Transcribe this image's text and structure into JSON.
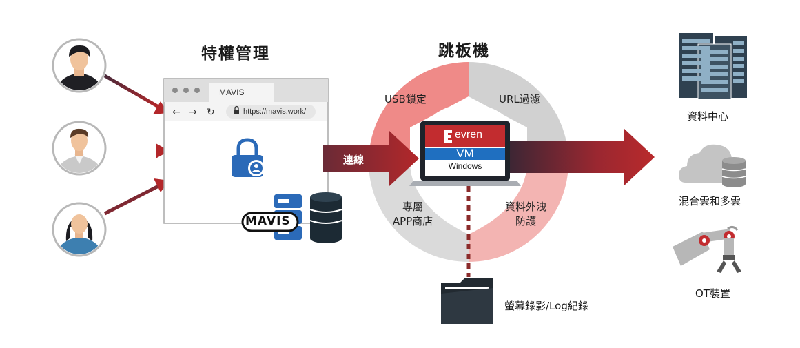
{
  "titles": {
    "pam": "特權管理",
    "jump": "跳板機"
  },
  "browser": {
    "tab_label": "MAVIS",
    "url": "https://mavis.work/",
    "logo_text": "MAVIS"
  },
  "connection_label": "連線",
  "ring_segments": {
    "usb": "USB鎖定",
    "url": "URL過濾",
    "app_line1": "專屬",
    "app_line2": "APP商店",
    "dlp_line1": "資料外洩",
    "dlp_line2": "防護"
  },
  "laptop": {
    "brand": "evren",
    "vm": "VM",
    "os": "Windows"
  },
  "recording_label": "螢幕錄影/Log紀錄",
  "destinations": {
    "datacenter": "資料中心",
    "cloud": "混合雲和多雲",
    "ot": "OT裝置"
  },
  "colors": {
    "arrow_dark": "#8b2b2b",
    "arrow_red": "#b3272a",
    "ring_pink": "#ef8a88",
    "ring_gray": "#cfcfcf",
    "vm_blue": "#1f6fc0",
    "lock_blue": "#2b6ab8"
  },
  "icons": [
    "user-icon",
    "browser-icon",
    "lock-icon",
    "server-icon",
    "database-icon",
    "laptop-icon",
    "folder-icon",
    "datacenter-icon",
    "cloud-icon",
    "robot-arm-icon"
  ]
}
